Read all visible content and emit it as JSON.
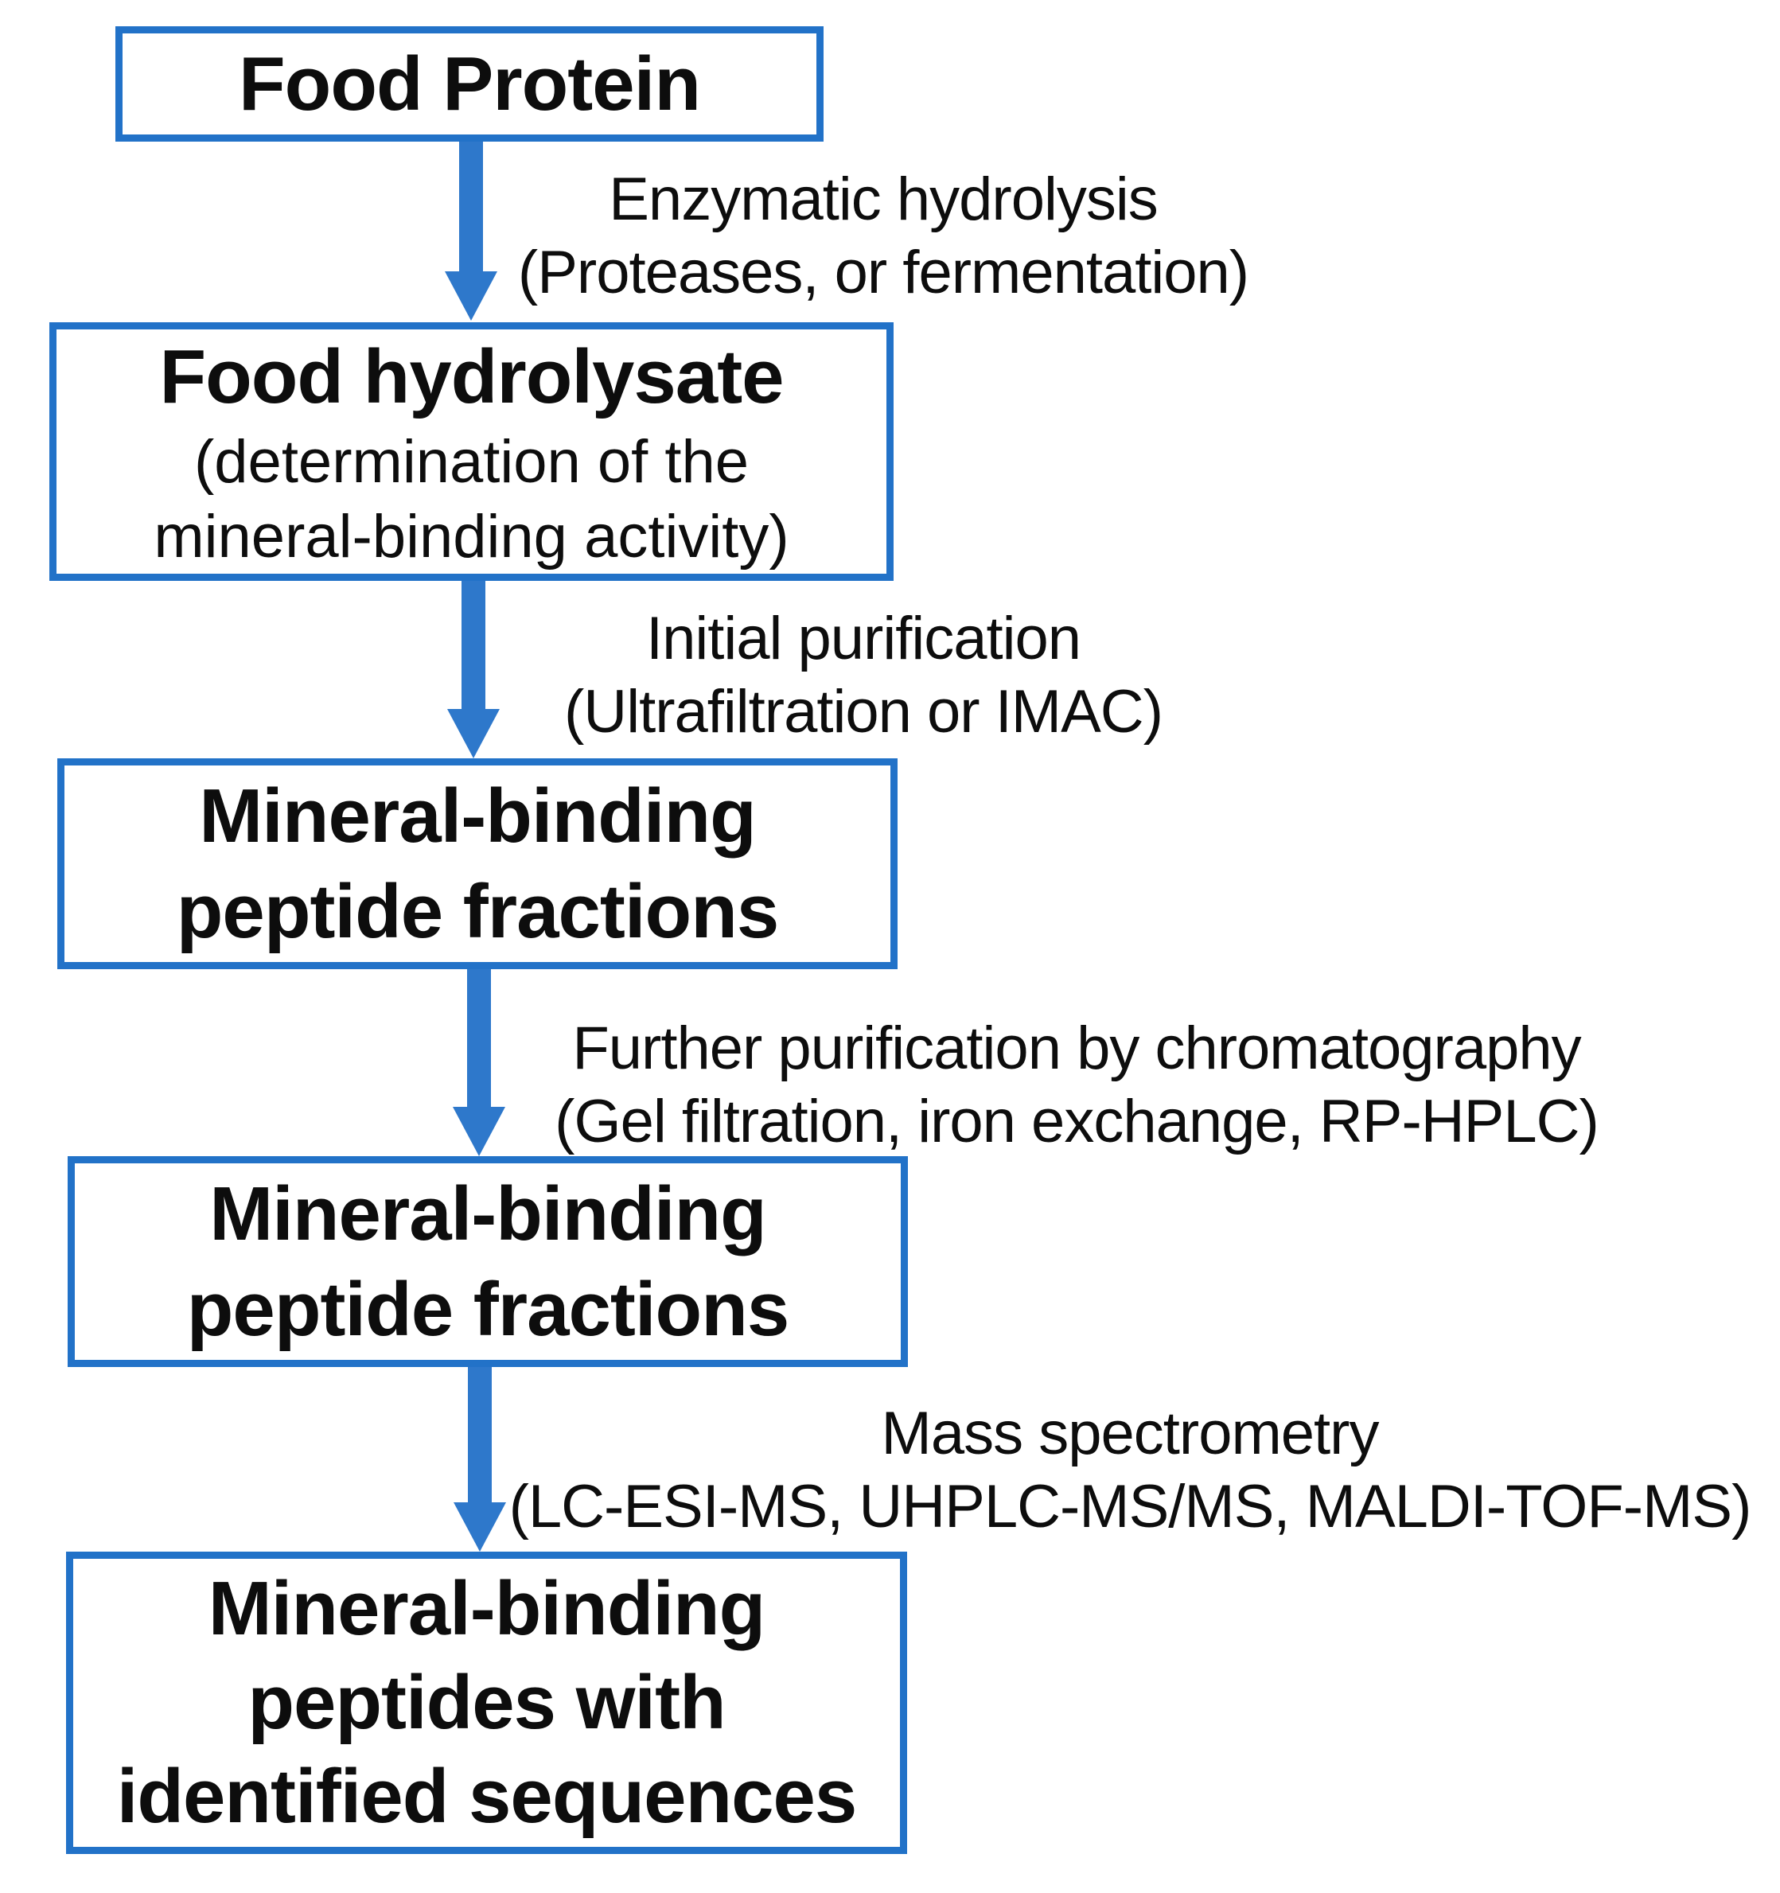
{
  "colors": {
    "accent": "#2272c8",
    "arrow": "#2e78cb",
    "ink": "#0d0d0d",
    "background": "#ffffff"
  },
  "flowchart": {
    "boxes": [
      {
        "id": "food-protein",
        "lines": [
          "Food Protein"
        ]
      },
      {
        "id": "food-hydrolysate",
        "lines": [
          "Food hydrolysate",
          "(determination of the",
          "mineral-binding activity)"
        ]
      },
      {
        "id": "mineral-binding-peptide-fractions-1",
        "lines": [
          "Mineral-binding",
          "peptide fractions"
        ]
      },
      {
        "id": "mineral-binding-peptide-fractions-2",
        "lines": [
          "Mineral-binding",
          "peptide fractions"
        ]
      },
      {
        "id": "identified-peptides",
        "lines": [
          "Mineral-binding",
          "peptides with",
          "identified sequences"
        ]
      }
    ],
    "arrows": [
      {
        "id": "step-1",
        "label_lines": [
          "Enzymatic hydrolysis",
          "(Proteases, or fermentation)"
        ]
      },
      {
        "id": "step-2",
        "label_lines": [
          "Initial purification",
          "(Ultrafiltration or IMAC)"
        ]
      },
      {
        "id": "step-3",
        "label_lines": [
          "Further purification by chromatography",
          "(Gel filtration, iron exchange, RP-HPLC)"
        ]
      },
      {
        "id": "step-4",
        "label_lines": [
          "Mass spectrometry",
          "(LC-ESI-MS, UHPLC-MS/MS, MALDI-TOF-MS)"
        ]
      }
    ]
  }
}
